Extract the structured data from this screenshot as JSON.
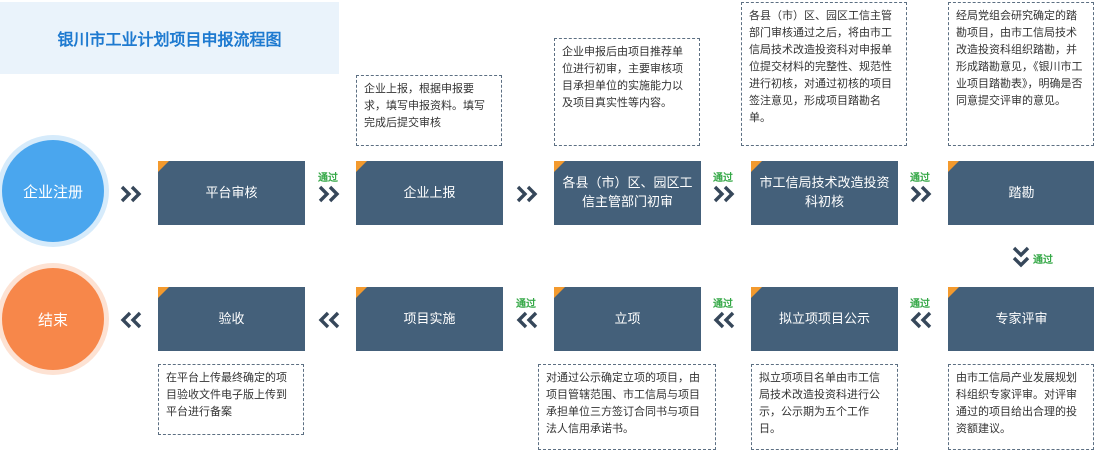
{
  "title": "银川市工业计划项目申报流程图",
  "start": "企业注册",
  "end": "结束",
  "pass_label": "通过",
  "colors": {
    "node": "#44607a",
    "corner": "#f39a2e",
    "title": "#1e7ad0",
    "start_circle": "#4aa6ee",
    "end_circle": "#f7874a",
    "pass_text": "#35a847"
  },
  "top_row": [
    {
      "label": "平台审核",
      "note": ""
    },
    {
      "label": "企业上报",
      "note": "企业上报，根据申报要求，填写申报资料。填写完成后提交审核"
    },
    {
      "label": "各县（市）区、园区工信主管部门初审",
      "note": "企业申报后由项目推荐单位进行初审，主要审核项目承担单位的实施能力以及项目真实性等内容。"
    },
    {
      "label": "市工信局技术改造投资科初核",
      "note": "各县（市）区、园区工信主管部门审核通过之后，将由市工信局技术改造投资科对申报单位提交材料的完整性、规范性进行初核，对通过初核的项目签注意见，形成项目踏勘名单。"
    },
    {
      "label": "踏勘",
      "note": "经局党组会研究确定的踏勘项目，由市工信局技术改造投资科组织踏勘，并形成踏勘意见，《银川市工业项目踏勘表》，明确是否同意提交评审的意见。"
    }
  ],
  "bottom_row": [
    {
      "label": "验收",
      "note": "在平台上传最终确定的项目验收文件电子版上传到平台进行备案"
    },
    {
      "label": "项目实施",
      "note": ""
    },
    {
      "label": "立项",
      "note": "对通过公示确定立项的项目，由项目管辖范围、市工信局与项目承担单位三方签订合同书与项目法人信用承诺书。"
    },
    {
      "label": "拟立项项目公示",
      "note": "拟立项项目名单由市工信局技术改造投资科进行公示，公示期为五个工作日。"
    },
    {
      "label": "专家评审",
      "note": "由市工信局产业发展规划科组织专家评审。对评审通过的项目给出合理的投资额建议。"
    }
  ]
}
